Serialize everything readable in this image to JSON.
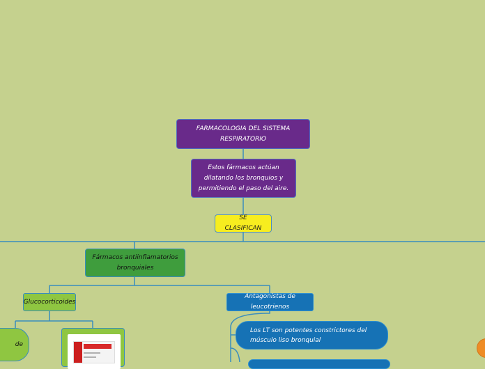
{
  "nodes": {
    "root": "FARMACOLOGIA DEL SISTEMA RESPIRATORIO",
    "description": "Estos fármacos actúan dilatando los bronquios y permitiendo el paso del aire.",
    "classify": "SE CLASIFICAN",
    "anti_inflammatory": "Fármacos antiinflamatorios bronquiales",
    "glucocorticoids": "Glucocorticoides",
    "leukotriene_antagonists": "Antagonistas de leucotrienos",
    "lt_constrictors": "Los LT son potentes constrictores del músculo liso bronquial",
    "left_cut_fragment": "de"
  },
  "colors": {
    "background": "#c5d18e",
    "connector": "#3a8dbd",
    "purple": "#692a8a",
    "yellow": "#f7ed1f",
    "green_dark": "#3f9d3d",
    "green_light": "#8fc641",
    "blue": "#1672b5",
    "orange": "#ee8c25"
  },
  "icons": {
    "medication_image": "medication-box-image",
    "collapsed_branch": "orange-circle-node"
  }
}
